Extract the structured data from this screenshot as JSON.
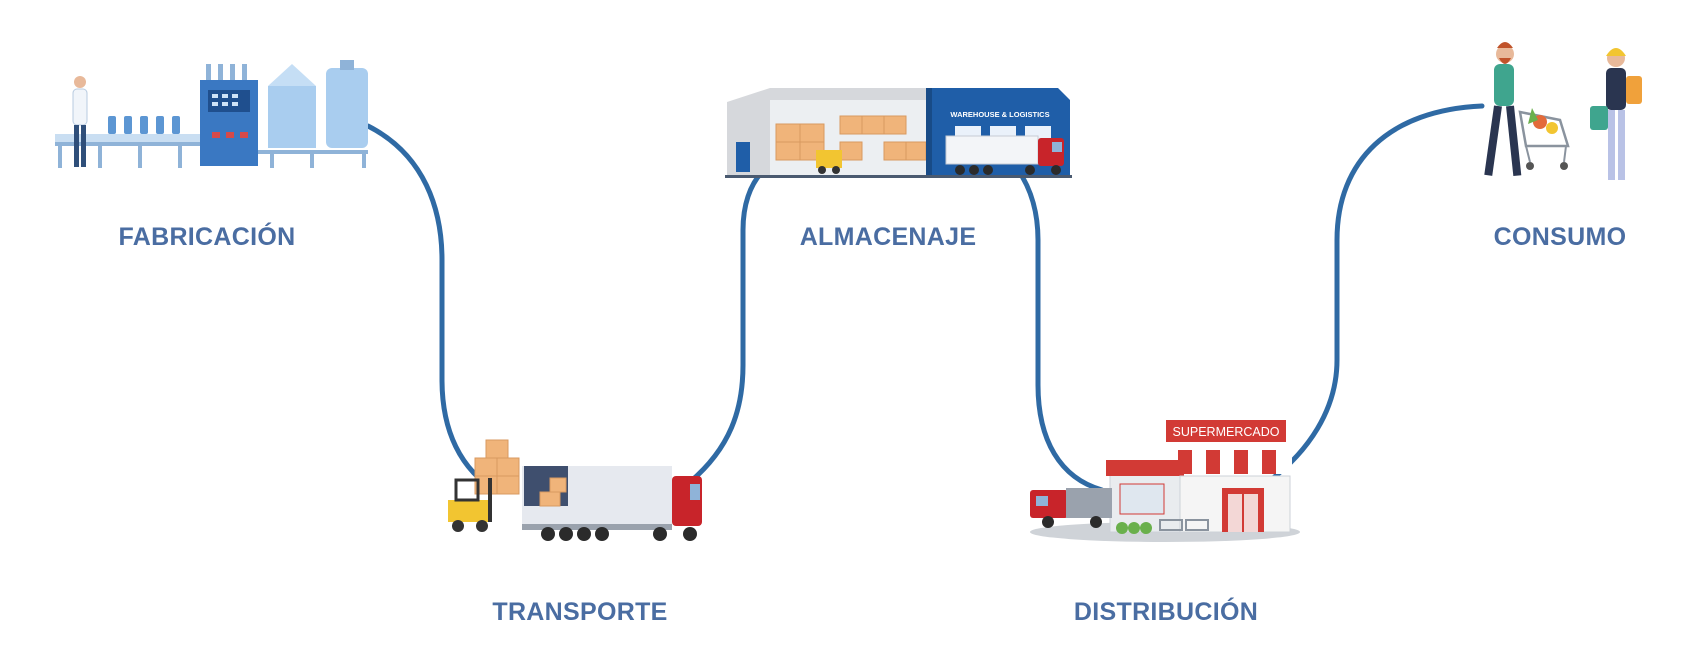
{
  "stages": {
    "fabricacion": {
      "label": "FABRICACIÓN"
    },
    "transporte": {
      "label": "TRANSPORTE"
    },
    "almacenaje": {
      "label": "ALMACENAJE",
      "sign": "WAREHOUSE & LOGISTICS"
    },
    "distribucion": {
      "label": "DISTRIBUCIÓN",
      "sign": "SUPERMERCADO"
    },
    "consumo": {
      "label": "CONSUMO"
    }
  },
  "colors": {
    "label": "#4a6da2",
    "path": "#2f6aa4",
    "warehouse_blue": "#1f5ea8",
    "truck_red": "#c8242a",
    "store_red": "#d23a35",
    "machine_blue": "#3a78c2",
    "tank_light": "#a9cdef",
    "box_orange": "#f0b47a"
  },
  "icons": {
    "fabricacion": "factory-production-line-icon",
    "transporte": "truck-forklift-icon",
    "almacenaje": "warehouse-icon",
    "distribucion": "supermarket-icon",
    "consumo": "shoppers-icon"
  }
}
